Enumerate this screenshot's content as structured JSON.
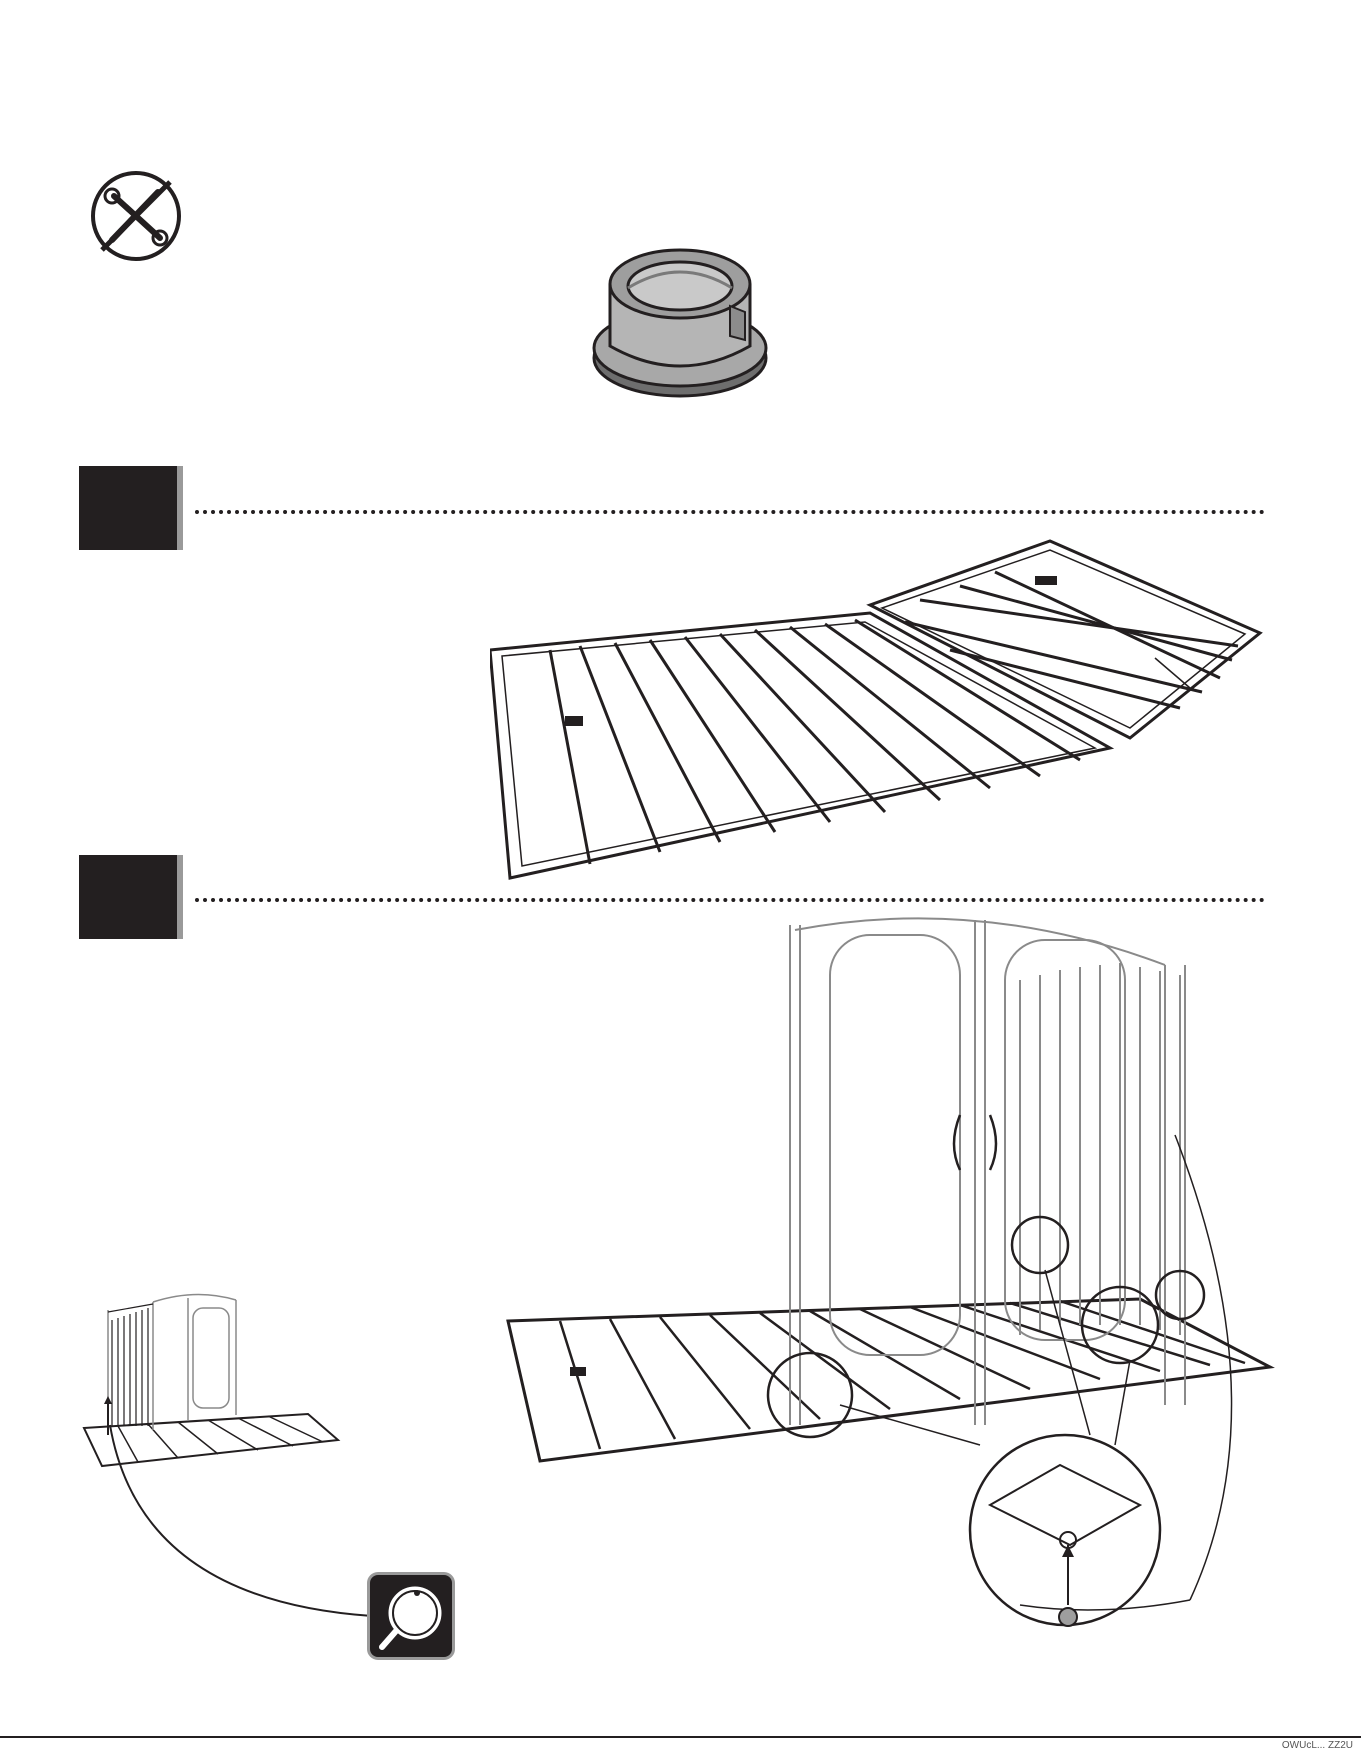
{
  "page": {
    "footer_code": "OWUcL... ZZ2U"
  },
  "icons": {
    "no_tools": "no-tools-required-icon",
    "zoom": "magnifier-detail-icon",
    "part": "floor-cap-plug-part"
  },
  "steps": [
    {
      "marker": "",
      "illustration": "floor-panels-joining"
    },
    {
      "marker": "",
      "illustration": "door-wall-on-floor"
    }
  ],
  "colors": {
    "ink": "#231f20",
    "shadow": "#9a9a9a",
    "part_gray": "#a8a8a8"
  }
}
